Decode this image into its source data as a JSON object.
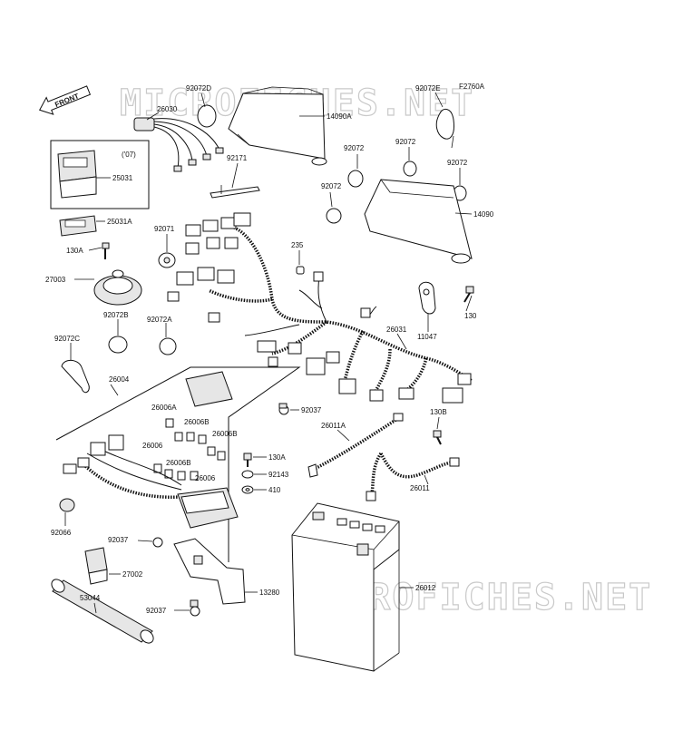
{
  "diagram": {
    "code": "F2760A",
    "front_label": "FRONT",
    "year_note": "('07)",
    "watermark_top": "MICROFICHES.NET",
    "watermark_bottom": "MICROFICHES.NET"
  },
  "labels": {
    "p92072D": "92072D",
    "p26030": "26030",
    "p14090A": "14090A",
    "p92072E": "92072E",
    "p92072_a": "92072",
    "p92072_b": "92072",
    "p92072_c": "92072",
    "p92072_d": "92072",
    "p92171": "92171",
    "p14090": "14090",
    "p25031": "25031",
    "p25031A": "25031A",
    "p130A_top": "130A",
    "p92071": "92071",
    "p235": "235",
    "p27003": "27003",
    "p130": "130",
    "p11047": "11047",
    "p92072B": "92072B",
    "p92072A": "92072A",
    "p26031": "26031",
    "p92072C": "92072C",
    "p26004": "26004",
    "p26006A": "26006A",
    "p26006B_1": "26006B",
    "p26006B_2": "26006B",
    "p26006B_3": "26006B",
    "p26006_1": "26006",
    "p26006_2": "26006",
    "p92037_top": "92037",
    "p26011A": "26011A",
    "p130B": "130B",
    "p130A_mid": "130A",
    "p92143": "92143",
    "p410": "410",
    "p26011": "26011",
    "p92066": "92066",
    "p92037_mid": "92037",
    "p27002": "27002",
    "p13280": "13280",
    "p26012": "26012",
    "p53044": "53044",
    "p92037_bot": "92037"
  }
}
